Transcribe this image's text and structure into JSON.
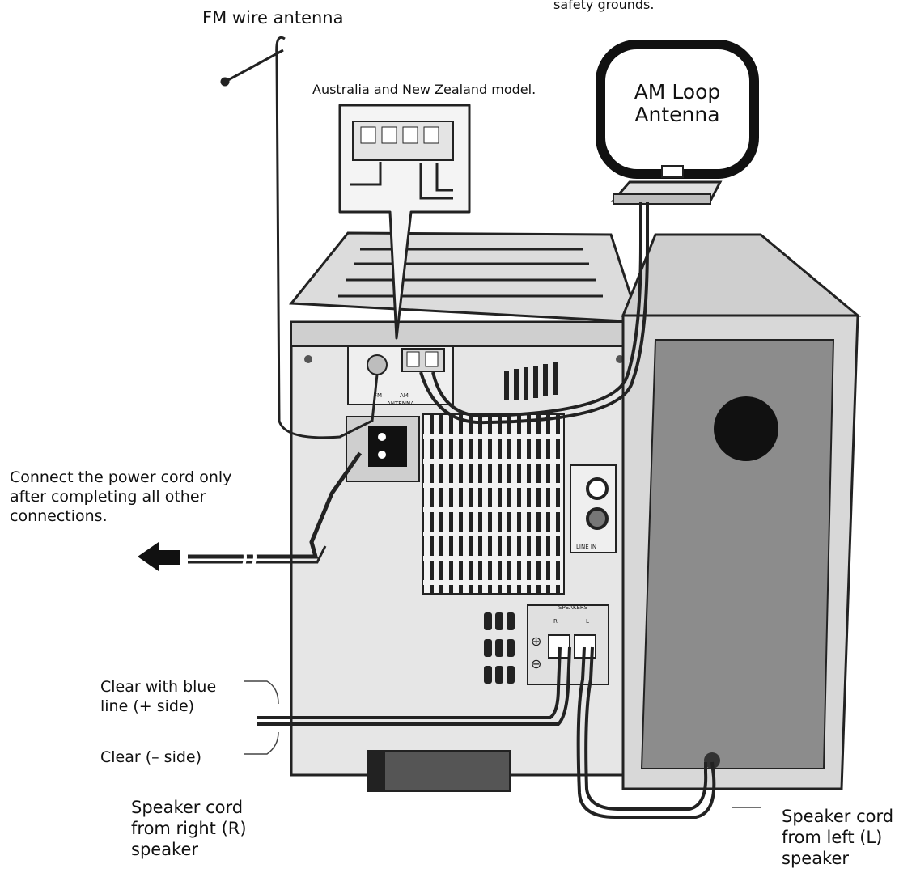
{
  "labels": {
    "fm_antenna": "FM wire antenna",
    "safety_partial": "safety grounds.",
    "region_note": "Australia and New Zealand model.",
    "am_loop_line1": "AM Loop",
    "am_loop_line2": "Antenna",
    "power_note": [
      "Connect the power cord only",
      "after completing all other",
      "connections."
    ],
    "clear_blue": [
      "Clear with blue",
      "line (+ side)"
    ],
    "clear_minus": "Clear (– side)",
    "cord_right": [
      "Speaker cord",
      "from right (R)",
      "speaker"
    ],
    "cord_left": [
      "Speaker cord",
      "from left (L)",
      "speaker"
    ]
  },
  "panel": {
    "antenna": "ANTENNA",
    "fm": "FM",
    "am": "AM",
    "speakers": "SPEAKERS",
    "r": "R",
    "l": "L",
    "line_in": "LINE IN",
    "plus": "⊕",
    "minus": "⊖"
  }
}
